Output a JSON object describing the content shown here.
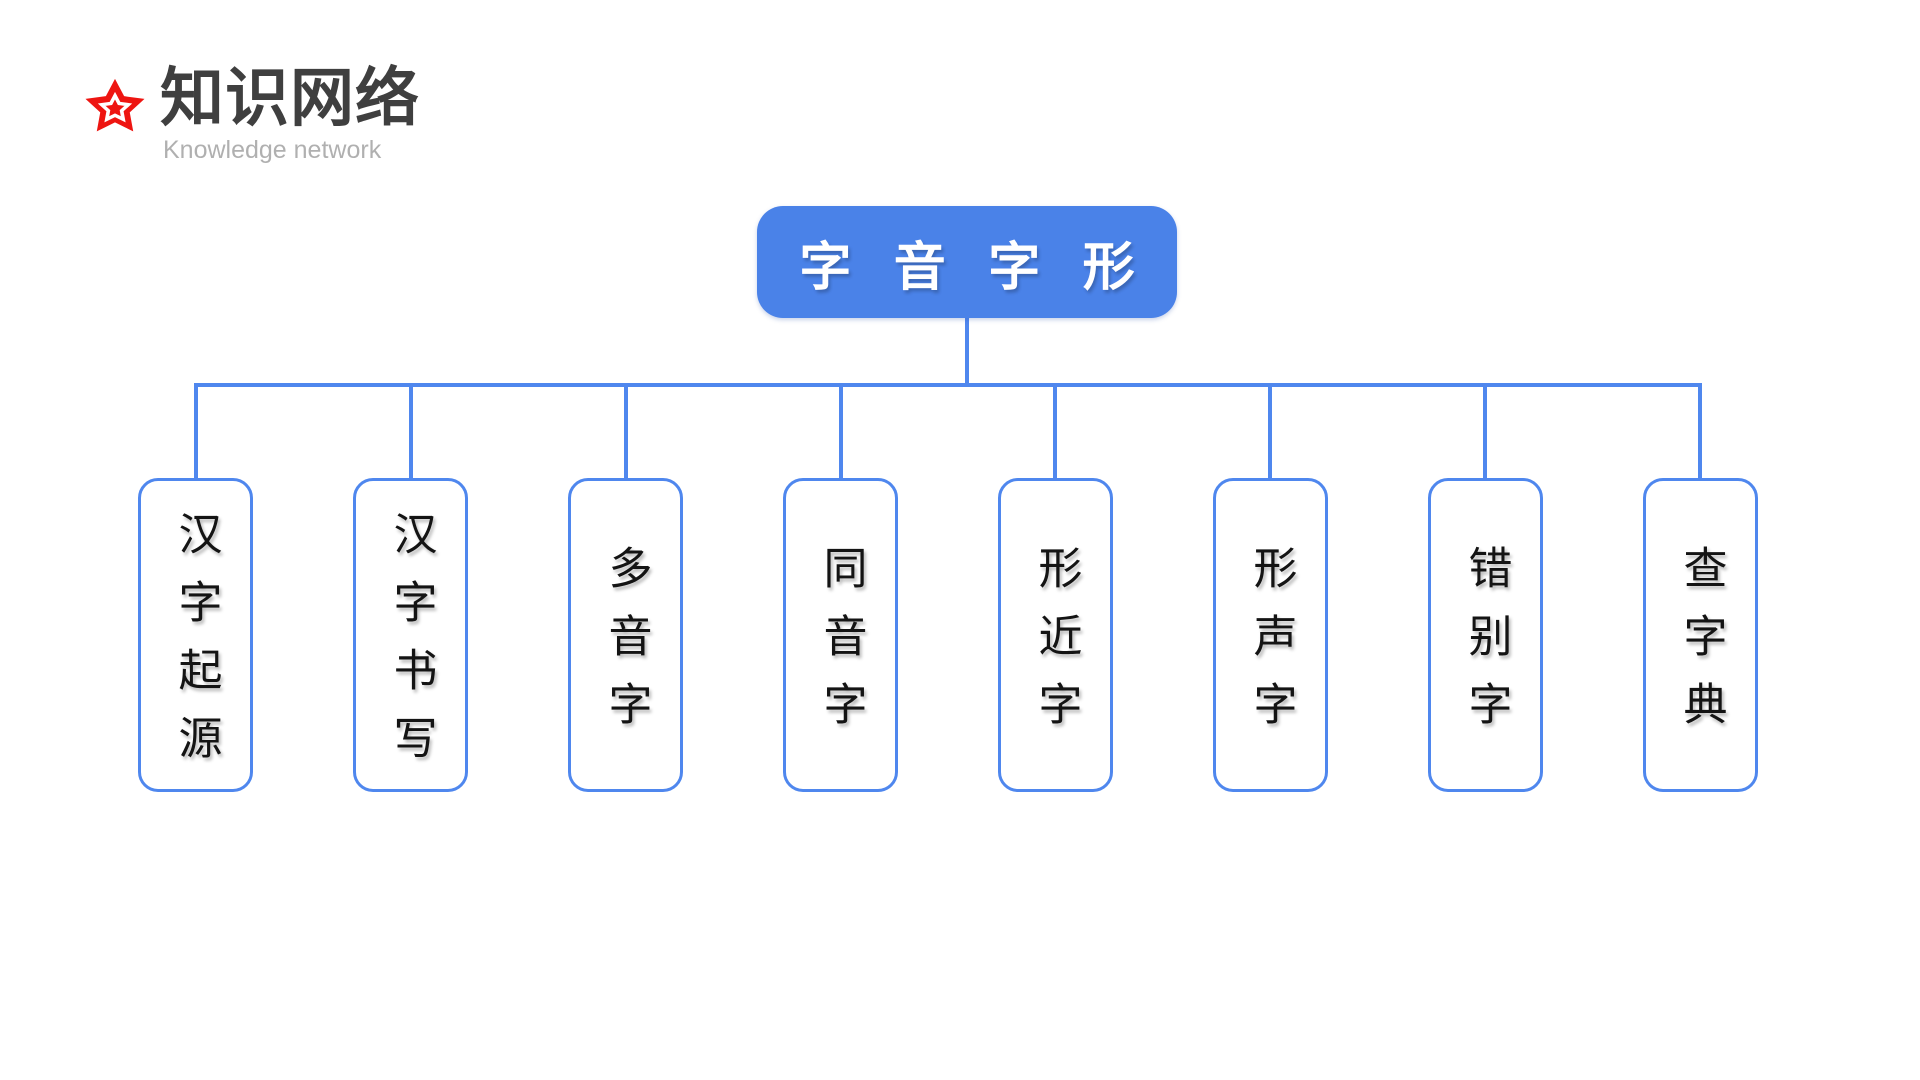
{
  "header": {
    "title": "知识网络",
    "subtitle": "Knowledge network",
    "star_color": "#ee1511"
  },
  "tree": {
    "root": {
      "label": "字 音 字 形"
    },
    "children": [
      {
        "label": "汉字起源"
      },
      {
        "label": "汉字书写"
      },
      {
        "label": "多音字"
      },
      {
        "label": "同音字"
      },
      {
        "label": "形近字"
      },
      {
        "label": "形声字"
      },
      {
        "label": "错别字"
      },
      {
        "label": "查字典"
      }
    ]
  },
  "colors": {
    "root_fill": "#4a82e8",
    "root_text": "#ffffff",
    "connector_line": "#4f87ee",
    "node_border": "#4f87ee",
    "node_text": "#141414",
    "title_text": "#3f3f3f",
    "subtitle_text": "#b0b0b0",
    "star_red": "#ee1511"
  }
}
